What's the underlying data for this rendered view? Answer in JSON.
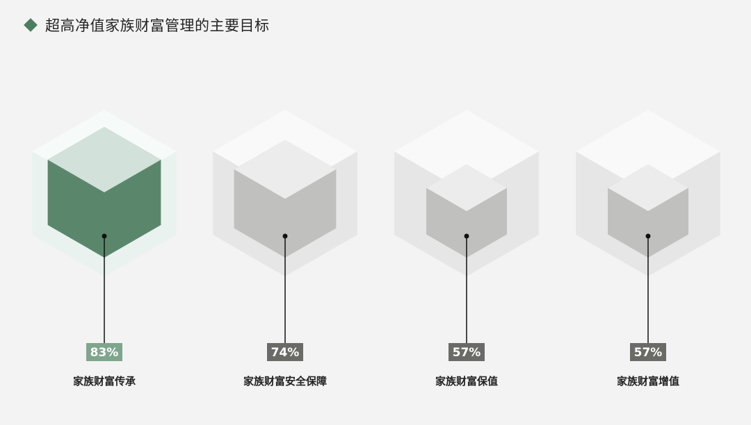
{
  "title": "超高净值家族财富管理的主要目标",
  "colors": {
    "highlight": "#5a876c",
    "highlight_badge": "#7fa58d",
    "highlight_outer": "#eaf2ef",
    "highlight_top_face": "#d2e1da",
    "muted_inner": "#c0c0bf",
    "muted_top_face": "#ececec",
    "muted_outer": "#e6e6e6",
    "muted_badge": "#6a6a66"
  },
  "chart_data": {
    "type": "bar",
    "categories": [
      "家族财富传承",
      "家族财富安全保障",
      "家族财富保值",
      "家族财富增值"
    ],
    "values": [
      83,
      74,
      57,
      57
    ],
    "value_labels": [
      "83%",
      "74%",
      "57%",
      "57%"
    ],
    "highlight_index": 0
  }
}
